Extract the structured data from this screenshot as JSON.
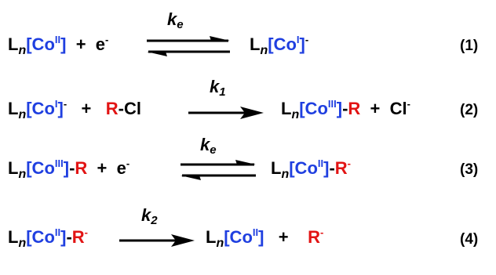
{
  "colors": {
    "cobalt": "#1f3fe0",
    "radical": "#e21414",
    "text": "#000000"
  },
  "equations": [
    {
      "number": "(1)",
      "rate_constant": {
        "symbol": "k",
        "sub": "e"
      },
      "arrow": "equilibrium",
      "left": {
        "L": "L",
        "n": "n",
        "co_open": "[Co",
        "co_ox": "II",
        "co_close": "]",
        "plus": "+",
        "e": "e",
        "e_charge": "-"
      },
      "right": {
        "L": "L",
        "n": "n",
        "co_open": "[Co",
        "co_ox": "I",
        "co_close": "]",
        "charge": "-"
      }
    },
    {
      "number": "(2)",
      "rate_constant": {
        "symbol": "k",
        "sub": "1"
      },
      "arrow": "forward",
      "left": {
        "L": "L",
        "n": "n",
        "co_open": "[Co",
        "co_ox": "I",
        "co_close": "]",
        "charge": "-",
        "plus": "+",
        "R": "R",
        "Cl": "-Cl"
      },
      "right": {
        "L": "L",
        "n": "n",
        "co_open": "[Co",
        "co_ox": "III",
        "co_close": "]",
        "dash": "-",
        "R": "R",
        "plus": "+",
        "Cl": "Cl",
        "cl_charge": "-"
      }
    },
    {
      "number": "(3)",
      "rate_constant": {
        "symbol": "k",
        "sub": "e"
      },
      "arrow": "equilibrium",
      "left": {
        "L": "L",
        "n": "n",
        "co_open": "[Co",
        "co_ox": "III",
        "co_close": "]",
        "dash": "-",
        "R": "R",
        "plus": "+",
        "e": "e",
        "e_charge": "-"
      },
      "right": {
        "L": "L",
        "n": "n",
        "co_open": "[Co",
        "co_ox": "II",
        "co_close": "]",
        "dash": "-",
        "R": "R",
        "r_charge": "-"
      }
    },
    {
      "number": "(4)",
      "rate_constant": {
        "symbol": "k",
        "sub": "2"
      },
      "arrow": "forward",
      "left": {
        "L": "L",
        "n": "n",
        "co_open": "[Co",
        "co_ox": "II",
        "co_close": "]",
        "dash": "-",
        "R": "R",
        "r_charge": "-"
      },
      "right": {
        "L": "L",
        "n": "n",
        "co_open": "[Co",
        "co_ox": "II",
        "co_close": "]",
        "plus": "+",
        "R": "R",
        "r_charge": "-"
      }
    }
  ]
}
